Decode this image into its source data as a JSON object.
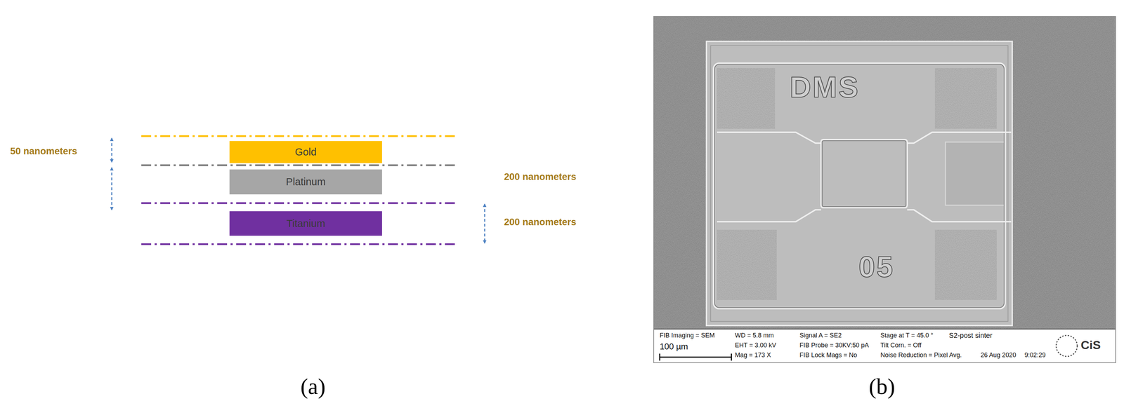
{
  "diagram": {
    "nodes": [
      {
        "text": [
          "Gold"
        ]
      },
      {
        "text": [
          "Platinum"
        ]
      },
      {
        "text": [
          "Titanium"
        ]
      }
    ],
    "labels": [
      "50 nanometers",
      "200 nanometers",
      "200 nanometers",
      "DMS",
      "05",
      "FIB Imaging = SEM",
      "100 µm",
      "WD = 5.8 mm",
      "EHT = 3.00 kV",
      "Mag = 173 X",
      "Signal A = SE2",
      "FIB Probe = 30KV:50 pA",
      "FIB Lock Mags = No",
      "Stage at T = 45.0 °",
      "Tilt Corn. = Off",
      "Noise Reduction = Pixel Avg.",
      "S2-post sinter",
      "26 Aug 2020",
      "9:02:29",
      "CiS",
      "(a)",
      "(b)"
    ]
  }
}
